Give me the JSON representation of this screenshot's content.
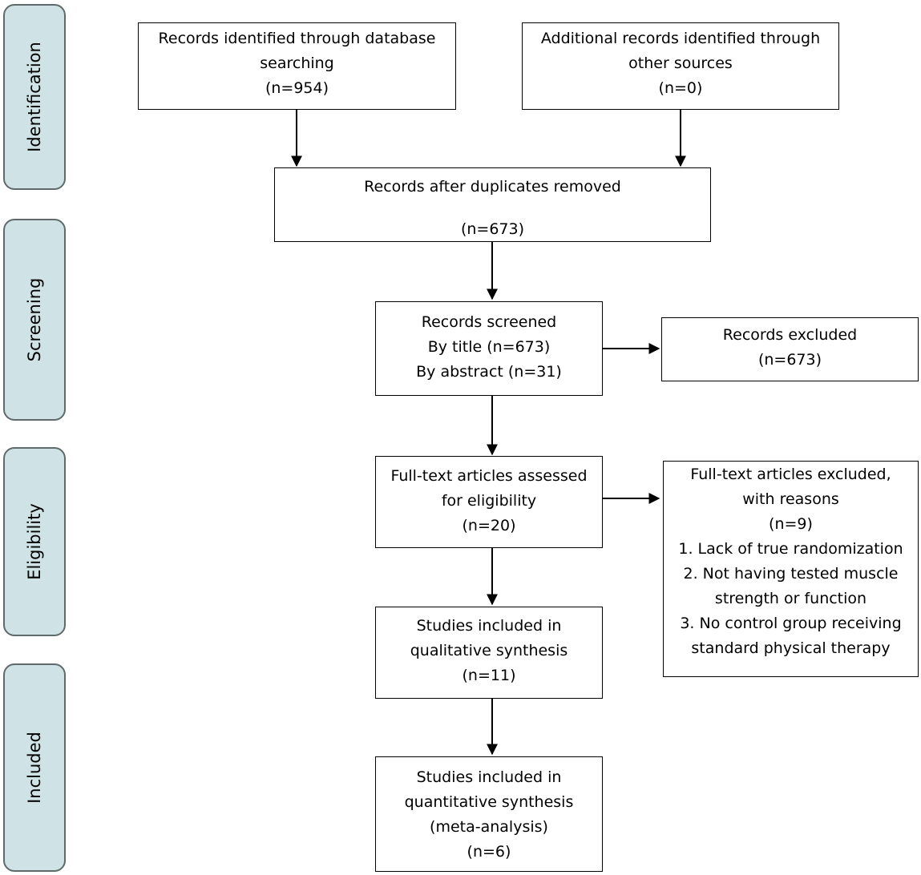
{
  "phases": {
    "identification": "Identification",
    "screening": "Screening",
    "eligibility": "Eligibility",
    "included": "Included"
  },
  "boxes": {
    "database_search": {
      "lines": [
        "Records identified through database",
        "searching",
        "(n=954)"
      ]
    },
    "other_sources": {
      "lines": [
        "Additional records identified through",
        "other sources",
        "(n=0)"
      ]
    },
    "duplicates_removed": {
      "title": "Records after duplicates removed",
      "count": "(n=673)"
    },
    "screened": {
      "lines": [
        "Records screened",
        "By title (n=673)",
        "By abstract (n=31)"
      ]
    },
    "excluded": {
      "lines": [
        "Records excluded",
        "(n=673)"
      ]
    },
    "full_text_assessed": {
      "lines": [
        "Full-text articles assessed",
        "for eligibility",
        "(n=20)"
      ]
    },
    "full_text_excluded": {
      "lines": [
        "Full-text articles excluded,",
        "with reasons",
        "(n=9)",
        "1. Lack of true randomization",
        "2. Not having tested muscle",
        "strength or function",
        "3. No control group receiving",
        "standard physical therapy"
      ]
    },
    "qualitative": {
      "lines": [
        "Studies included in",
        "qualitative synthesis",
        "(n=11)"
      ]
    },
    "quantitative": {
      "lines": [
        "Studies included in",
        "quantitative synthesis",
        "(meta-analysis)",
        "(n=6)"
      ]
    }
  }
}
